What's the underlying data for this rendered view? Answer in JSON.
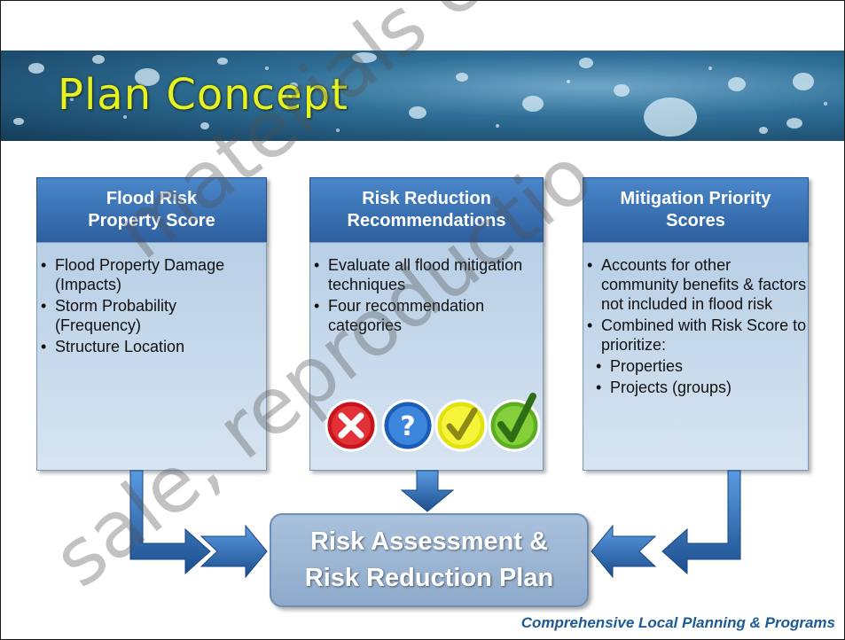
{
  "slide": {
    "title": "Plan Concept",
    "columns": [
      {
        "heading": "Flood Risk\nProperty Score",
        "bullets": [
          {
            "text": "Flood Property Damage (Impacts)",
            "level": 1
          },
          {
            "text": "Storm Probability (Frequency)",
            "level": 1
          },
          {
            "text": "Structure Location",
            "level": 1
          }
        ]
      },
      {
        "heading": "Risk Reduction\nRecommendations",
        "bullets": [
          {
            "text": "Evaluate all flood mitigation techniques",
            "level": 1
          },
          {
            "text": "Four recommendation categories",
            "level": 1
          }
        ],
        "icons": [
          "red-x-icon",
          "blue-question-icon",
          "yellow-check-icon",
          "green-check-icon"
        ]
      },
      {
        "heading": "Mitigation Priority\nScores",
        "bullets": [
          {
            "text": "Accounts for other community benefits & factors not included in flood risk",
            "level": 1
          },
          {
            "text": "Combined with Risk Score to prioritize:",
            "level": 1
          },
          {
            "text": "Properties",
            "level": 2
          },
          {
            "text": "Projects (groups)",
            "level": 2
          }
        ]
      }
    ],
    "result": "Risk Assessment &\nRisk Reduction Plan",
    "footer": "Comprehensive Local Planning & Programs",
    "watermark": [
      "materials co",
      "sale, reproductio"
    ],
    "colors": {
      "title": "#e6f227",
      "header_blue": "#2d5fa0",
      "footer": "#1e5a96"
    }
  }
}
